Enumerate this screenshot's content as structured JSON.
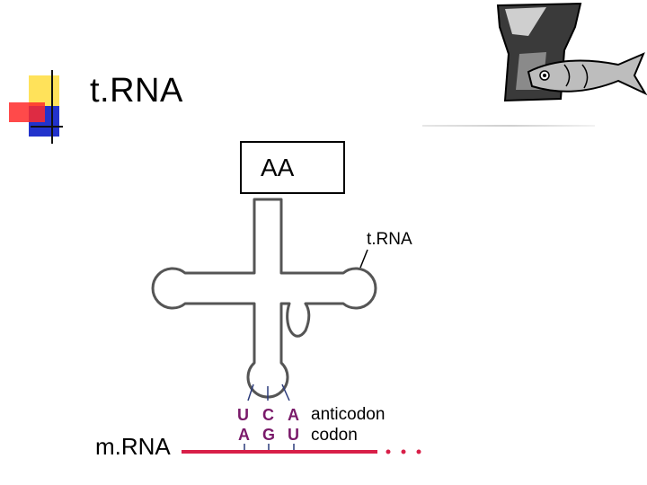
{
  "slide": {
    "title": "t.RNA"
  },
  "diagram": {
    "amino_acid_label": "AA",
    "trna_label": "t.RNA",
    "mrna_label": "m.RNA",
    "anticodon": [
      "U",
      "C",
      "A"
    ],
    "codon": [
      "A",
      "G",
      "U"
    ],
    "anticodon_label": "anticodon",
    "codon_label": "codon"
  },
  "colors": {
    "base_letters": "#7a1a6a",
    "mrna_strand": "#d81f48",
    "trna_outline": "#555555",
    "ticks": "#2a3a7a"
  },
  "icons": {
    "bullet": "square-cluster-bullet-icon",
    "clipart": "cup-and-fish-icon"
  }
}
